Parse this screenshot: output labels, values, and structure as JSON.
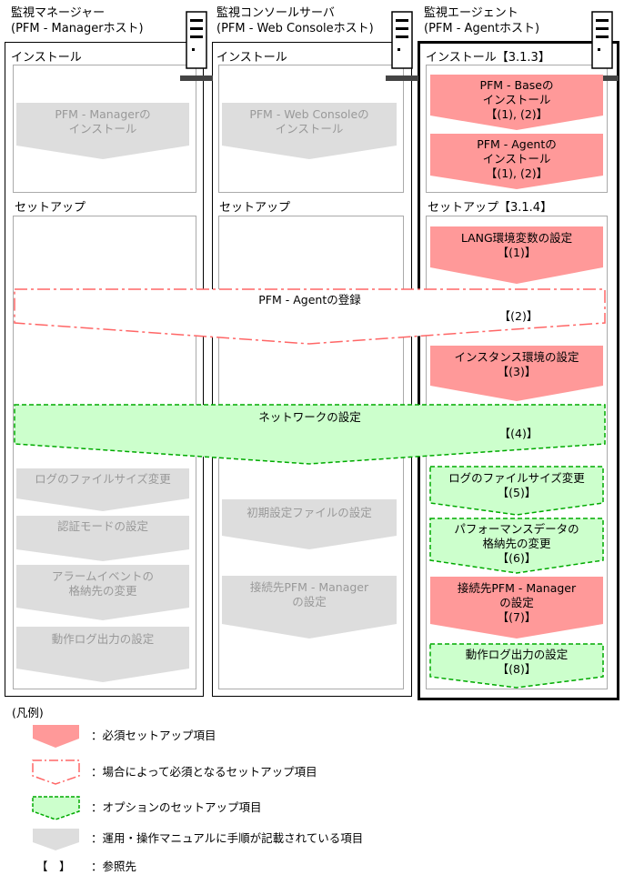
{
  "columns": {
    "manager": {
      "title": "監視マネージャー",
      "subtitle": "(PFM - Managerホスト)",
      "install_label": "インストール",
      "setup_label": "セットアップ"
    },
    "webconsole": {
      "title": "監視コンソールサーバ",
      "subtitle": "(PFM - Web Consoleホスト)",
      "install_label": "インストール",
      "setup_label": "セットアップ"
    },
    "agent": {
      "title": "監視エージェント",
      "subtitle": "(PFM - Agentホスト)",
      "install_label": "インストール【3.1.3】",
      "setup_label": "セットアップ【3.1.4】"
    }
  },
  "steps": {
    "mgr_install": [
      "PFM - Managerの",
      "インストール"
    ],
    "web_install": [
      "PFM - Web Consoleの",
      "インストール"
    ],
    "agent_base_install": [
      "PFM - Baseの",
      "インストール",
      "【(1), (2)】"
    ],
    "agent_agent_install": [
      "PFM - Agentの",
      "インストール",
      "【(1), (2)】"
    ],
    "lang": [
      "LANG環境変数の設定",
      "【(1)】"
    ],
    "register": {
      "label": "PFM - Agentの登録",
      "ref": "【(2)】"
    },
    "instance": [
      "インスタンス環境の設定",
      "【(3)】"
    ],
    "network": {
      "label": "ネットワークの設定",
      "ref": "【(4)】"
    },
    "mgr_logsize": [
      "ログのファイルサイズ変更"
    ],
    "mgr_auth": [
      "認証モードの設定"
    ],
    "mgr_alarm": [
      "アラームイベントの",
      "格納先の変更"
    ],
    "mgr_actlog": [
      "動作ログ出力の設定"
    ],
    "web_initfile": [
      "初期設定ファイルの設定"
    ],
    "web_conn": [
      "接続先PFM - Manager",
      "の設定"
    ],
    "agent_logsize": [
      "ログのファイルサイズ変更",
      "【(5)】"
    ],
    "agent_perf": [
      "パフォーマンスデータの",
      "格納先の変更",
      "【(6)】"
    ],
    "agent_conn": [
      "接続先PFM - Manager",
      "の設定",
      "【(7)】"
    ],
    "agent_actlog": [
      "動作ログ出力の設定",
      "【(8)】"
    ]
  },
  "legend": {
    "title": "(凡例)",
    "required": "：必須セットアップ項目",
    "conditional": "：場合によって必須となるセットアップ項目",
    "optional": "：オプションのセットアップ項目",
    "manual": "：運用・操作マニュアルに手順が記載されている項目",
    "ref_symbol": "【　】",
    "reference": "：参照先"
  },
  "colors": {
    "required": "#ff9999",
    "optional": "#ccffcc",
    "optional_border": "#00aa00",
    "conditional_border": "#ff6666",
    "manual": "#dddddd"
  },
  "icons": [
    "server-icon",
    "server-icon",
    "server-icon"
  ]
}
